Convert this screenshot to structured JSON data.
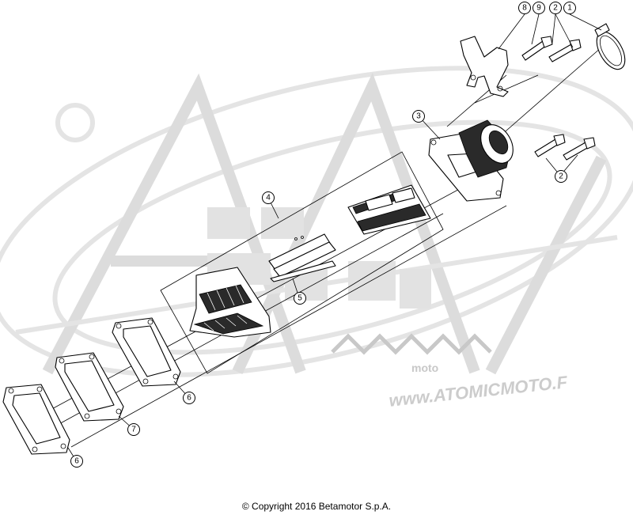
{
  "watermark": {
    "brand_text": "moto",
    "url_text": "www.ATOMICMOTO.F"
  },
  "callouts": [
    {
      "id": "c8",
      "label": "8"
    },
    {
      "id": "c9",
      "label": "9"
    },
    {
      "id": "c2a",
      "label": "2"
    },
    {
      "id": "c1",
      "label": "1"
    },
    {
      "id": "c3",
      "label": "3"
    },
    {
      "id": "c2b",
      "label": "2"
    },
    {
      "id": "c4",
      "label": "4"
    },
    {
      "id": "c5",
      "label": "5"
    },
    {
      "id": "c6a",
      "label": "6"
    },
    {
      "id": "c7",
      "label": "7"
    },
    {
      "id": "c6b",
      "label": "6"
    }
  ],
  "footer": {
    "copyright": "© Copyright 2016 Betamotor S.p.A."
  }
}
